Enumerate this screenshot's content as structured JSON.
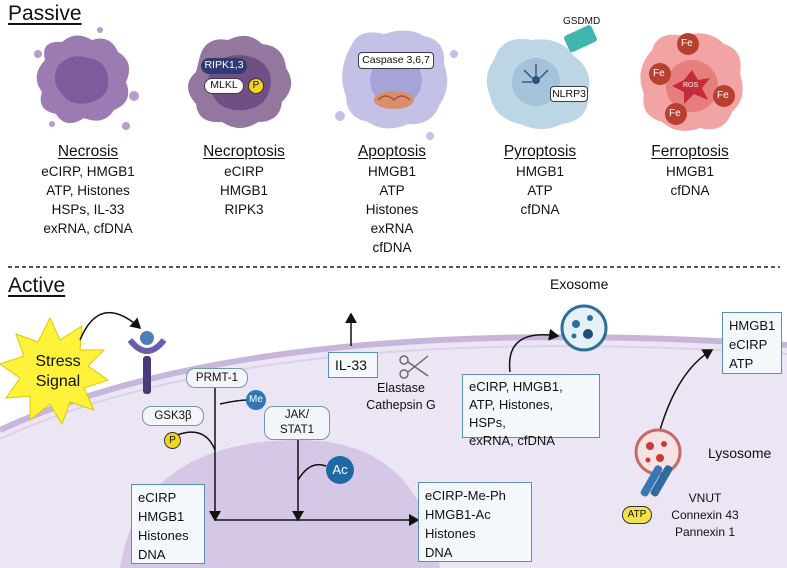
{
  "passive": {
    "title": "Passive",
    "columns": [
      {
        "name": "Necrosis",
        "items": [
          "eCIRP, HMGB1",
          "ATP, Histones",
          "HSPs, IL-33",
          "exRNA, cfDNA"
        ]
      },
      {
        "name": "Necroptosis",
        "items": [
          "eCIRP",
          "HMGB1",
          "RIPK3"
        ]
      },
      {
        "name": "Apoptosis",
        "items": [
          "HMGB1",
          "ATP",
          "Histones",
          "exRNA",
          "cfDNA"
        ]
      },
      {
        "name": "Pyroptosis",
        "items": [
          "HMGB1",
          "ATP",
          "cfDNA"
        ]
      },
      {
        "name": "Ferroptosis",
        "items": [
          "HMGB1",
          "cfDNA"
        ]
      }
    ],
    "cell_labels": {
      "ripk": "RIPK1,3",
      "mlkl": "MLKL",
      "p": "P",
      "caspase": "Caspase 3,6,7",
      "gsdmd": "GSDMD",
      "nlrp3": "NLRP3",
      "ros": "ROS",
      "fe": "Fe"
    }
  },
  "active": {
    "title": "Active",
    "stress": [
      "Stress",
      "Signal"
    ],
    "prmt": "PRMT-1",
    "me": "Me",
    "gsk": "GSK3β",
    "p": "P",
    "jak": [
      "JAK/",
      "STAT1"
    ],
    "ac": "Ac",
    "il33": "IL-33",
    "proteases": [
      "Elastase",
      "Cathepsin G"
    ],
    "nucleus_box": [
      "eCIRP",
      "HMGB1",
      "Histones",
      "DNA"
    ],
    "modified_box": [
      "eCIRP-Me-Ph",
      "HMGB1-Ac",
      "Histones",
      "DNA"
    ],
    "exosome_label": "Exosome",
    "exosome_box": [
      "eCIRP, HMGB1,",
      "ATP, Histones, HSPs,",
      "exRNA, cfDNA"
    ],
    "lysosome_box": [
      "HMGB1",
      "eCIRP",
      "ATP"
    ],
    "lysosome_label": "Lysosome",
    "atp": "ATP",
    "channels": [
      "VNUT",
      "Connexin 43",
      "Pannexin 1"
    ]
  },
  "colors": {
    "membrane": "#e9e2f3",
    "nucleus": "#d9cde9",
    "box_border": "#5b8fb6",
    "stress": "#fff23a"
  }
}
